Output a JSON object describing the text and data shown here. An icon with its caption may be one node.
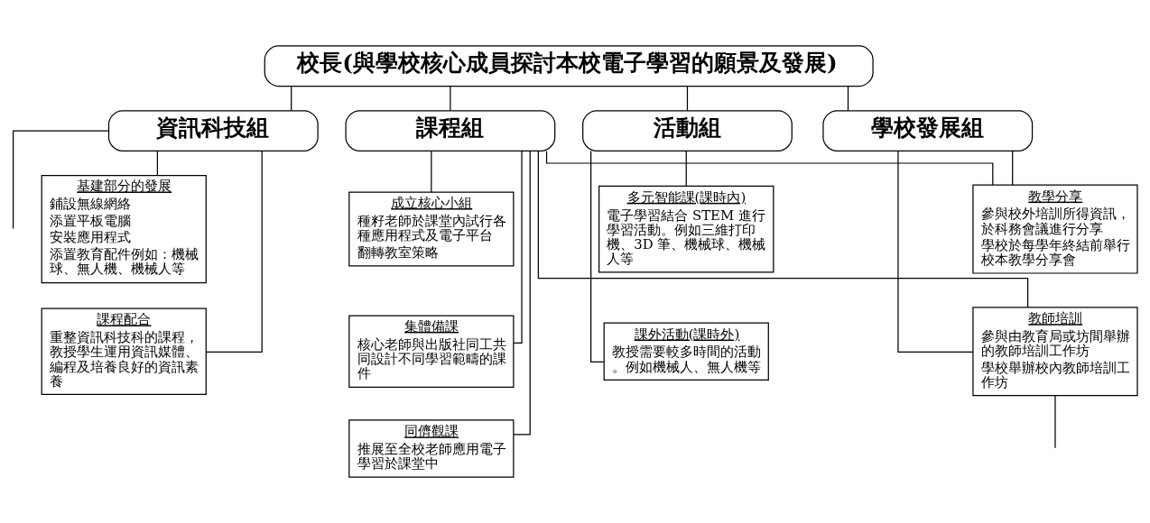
{
  "diagram": {
    "nodes": [
      {
        "text": [
          "校長(與學校核心成員探討本校電子學習的願景及發展)"
        ]
      },
      {
        "text": [
          "資訊科技組"
        ]
      },
      {
        "text": [
          "課程組"
        ]
      },
      {
        "text": [
          "活動組"
        ]
      },
      {
        "text": [
          "學校發展組"
        ]
      },
      {
        "text": [
          "基建部分的發展",
          "鋪設無線網絡",
          "添置平板電腦",
          "安裝應用程式",
          "添置教育配件例如：機械球、無人機、機械人等"
        ]
      },
      {
        "text": [
          "課程配合",
          "重整資訊科技科的課程，教授學生運用資訊媒體、編程及培養良好的資訊素養"
        ]
      },
      {
        "text": [
          "成立核心小組",
          "種籽老師於課堂內試行各種應用程式及電子平台",
          "翻轉教室策略"
        ]
      },
      {
        "text": [
          "集體備課",
          "核心老師與出版社同工共同設計不同學習範疇的課件"
        ]
      },
      {
        "text": [
          "同儕觀課",
          "推展至全校老師應用電子學習於課堂中"
        ]
      },
      {
        "text": [
          "多元智能課(課時內)",
          "電子學習結合 STEM 進行學習活動。例如三維打印機、3D 筆、機械球、機械人等"
        ]
      },
      {
        "text": [
          "課外活動(課時外)",
          "教授需要較多時間的活動。例如機械人、無人機等"
        ]
      },
      {
        "text": [
          "教學分享",
          "參與校外培訓所得資訊，於科務會議進行分享",
          "學校於每學年終結前舉行校本教學分享會"
        ]
      },
      {
        "text": [
          "教師培訓",
          "參與由教育局或坊間舉辦的教師培訓工作坊",
          "學校舉辦校內教師培訓工作坊"
        ]
      }
    ],
    "edges": [
      {
        "from": 0,
        "to": 1,
        "arrow": "none"
      },
      {
        "from": 0,
        "to": 2,
        "arrow": "none"
      },
      {
        "from": 0,
        "to": 3,
        "arrow": "none"
      },
      {
        "from": 0,
        "to": 4,
        "arrow": "none"
      },
      {
        "from": 1,
        "to": 5,
        "arrow": "none"
      },
      {
        "from": 1,
        "to": 6,
        "arrow": "none"
      },
      {
        "from": 2,
        "to": 7,
        "arrow": "none"
      },
      {
        "from": 2,
        "to": 8,
        "arrow": "none"
      },
      {
        "from": 2,
        "to": 9,
        "arrow": "none"
      },
      {
        "from": 3,
        "to": 10,
        "arrow": "none"
      },
      {
        "from": 3,
        "to": 11,
        "arrow": "none"
      },
      {
        "from": 4,
        "to": 12,
        "arrow": "none"
      },
      {
        "from": 4,
        "to": 13,
        "arrow": "none"
      },
      {
        "from": 2,
        "to": 12,
        "arrow": "none"
      },
      {
        "from": 2,
        "to": 13,
        "arrow": "none"
      },
      {
        "from": 1,
        "to": null,
        "arrow": "none"
      },
      {
        "from": 13,
        "to": null,
        "arrow": "none"
      }
    ]
  }
}
